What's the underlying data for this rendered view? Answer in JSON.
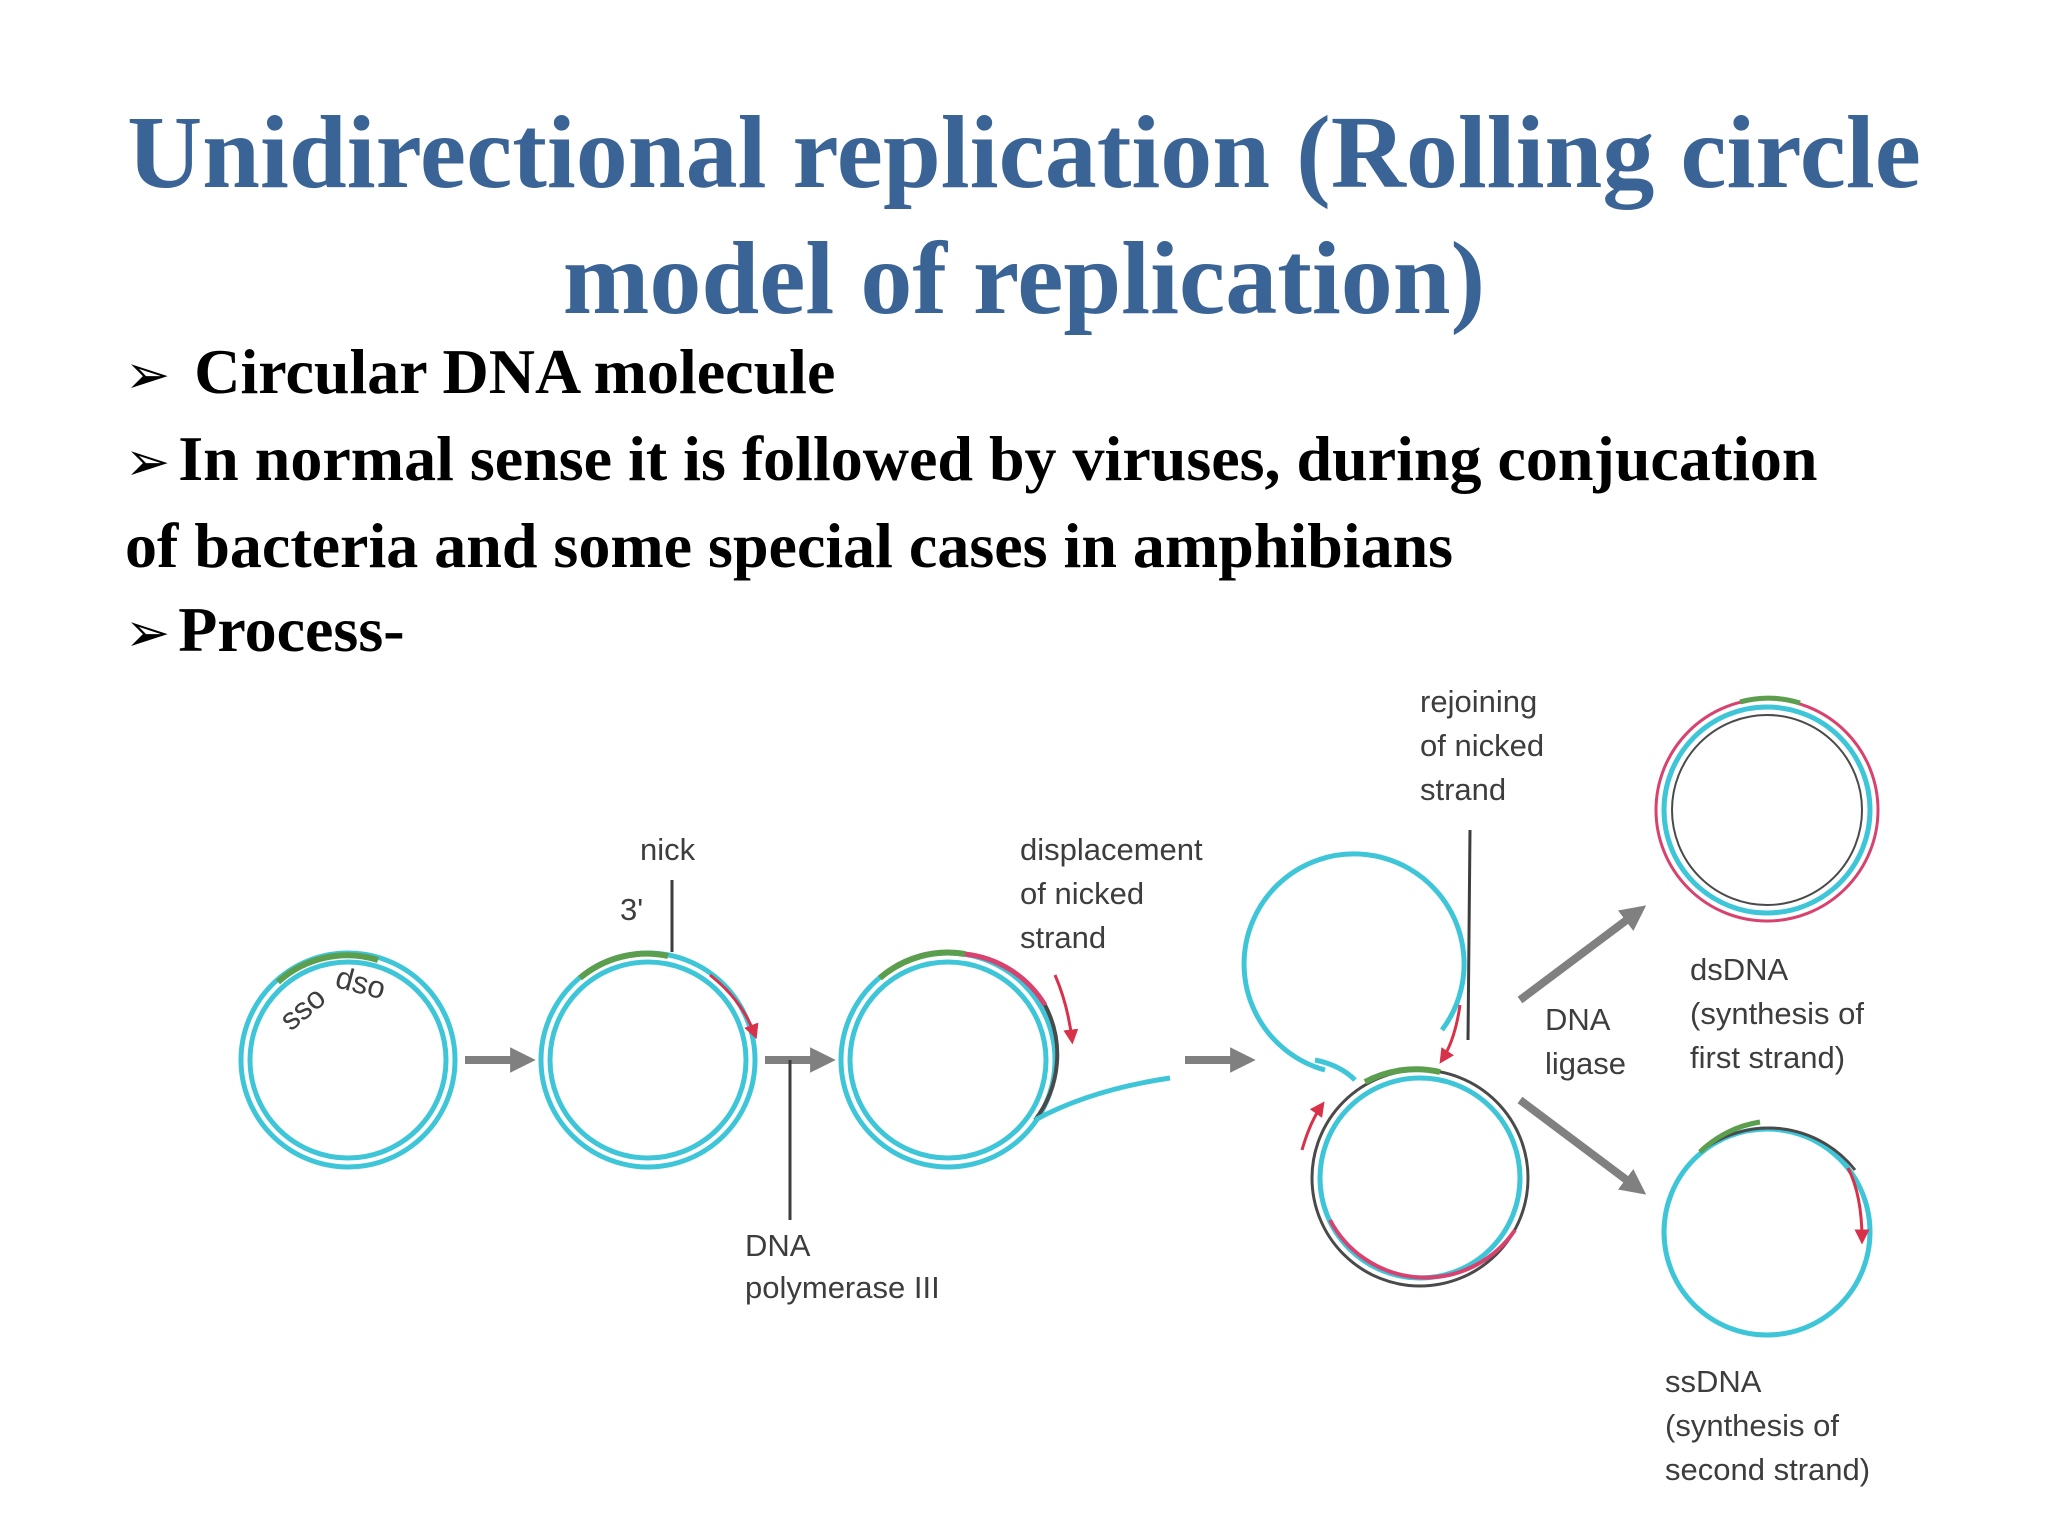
{
  "title_line1": "Unidirectional replication (Rolling circle",
  "title_line2": "model of replication)",
  "bullets": [
    " Circular DNA molecule",
    "In normal sense it is followed by viruses, during conjucation",
    "of bacteria and some special cases in amphibians",
    "Process-"
  ],
  "bullet_marker": "➢",
  "diagram": {
    "sso": "sso",
    "dso": "dso",
    "nick": "nick",
    "three_prime": "3'",
    "dna_polymerase": [
      "DNA",
      "polymerase III"
    ],
    "displacement": [
      "displacement",
      "of nicked",
      "strand"
    ],
    "rejoining": [
      "rejoining",
      "of nicked",
      "strand"
    ],
    "dna_ligase": [
      "DNA",
      "ligase"
    ],
    "dsdna": [
      "dsDNA",
      "(synthesis of",
      "first strand)"
    ],
    "ssdna": [
      "ssDNA",
      "(synthesis of",
      "second strand)"
    ]
  },
  "colors": {
    "title": "#3b6496",
    "strand_cyan": "#3ec6d8",
    "strand_dark": "#4a4a4a",
    "strand_pink": "#d8426e",
    "strand_green": "#5a9e4e",
    "arrow_red": "#d8324a",
    "arrow_gray": "#808080"
  }
}
